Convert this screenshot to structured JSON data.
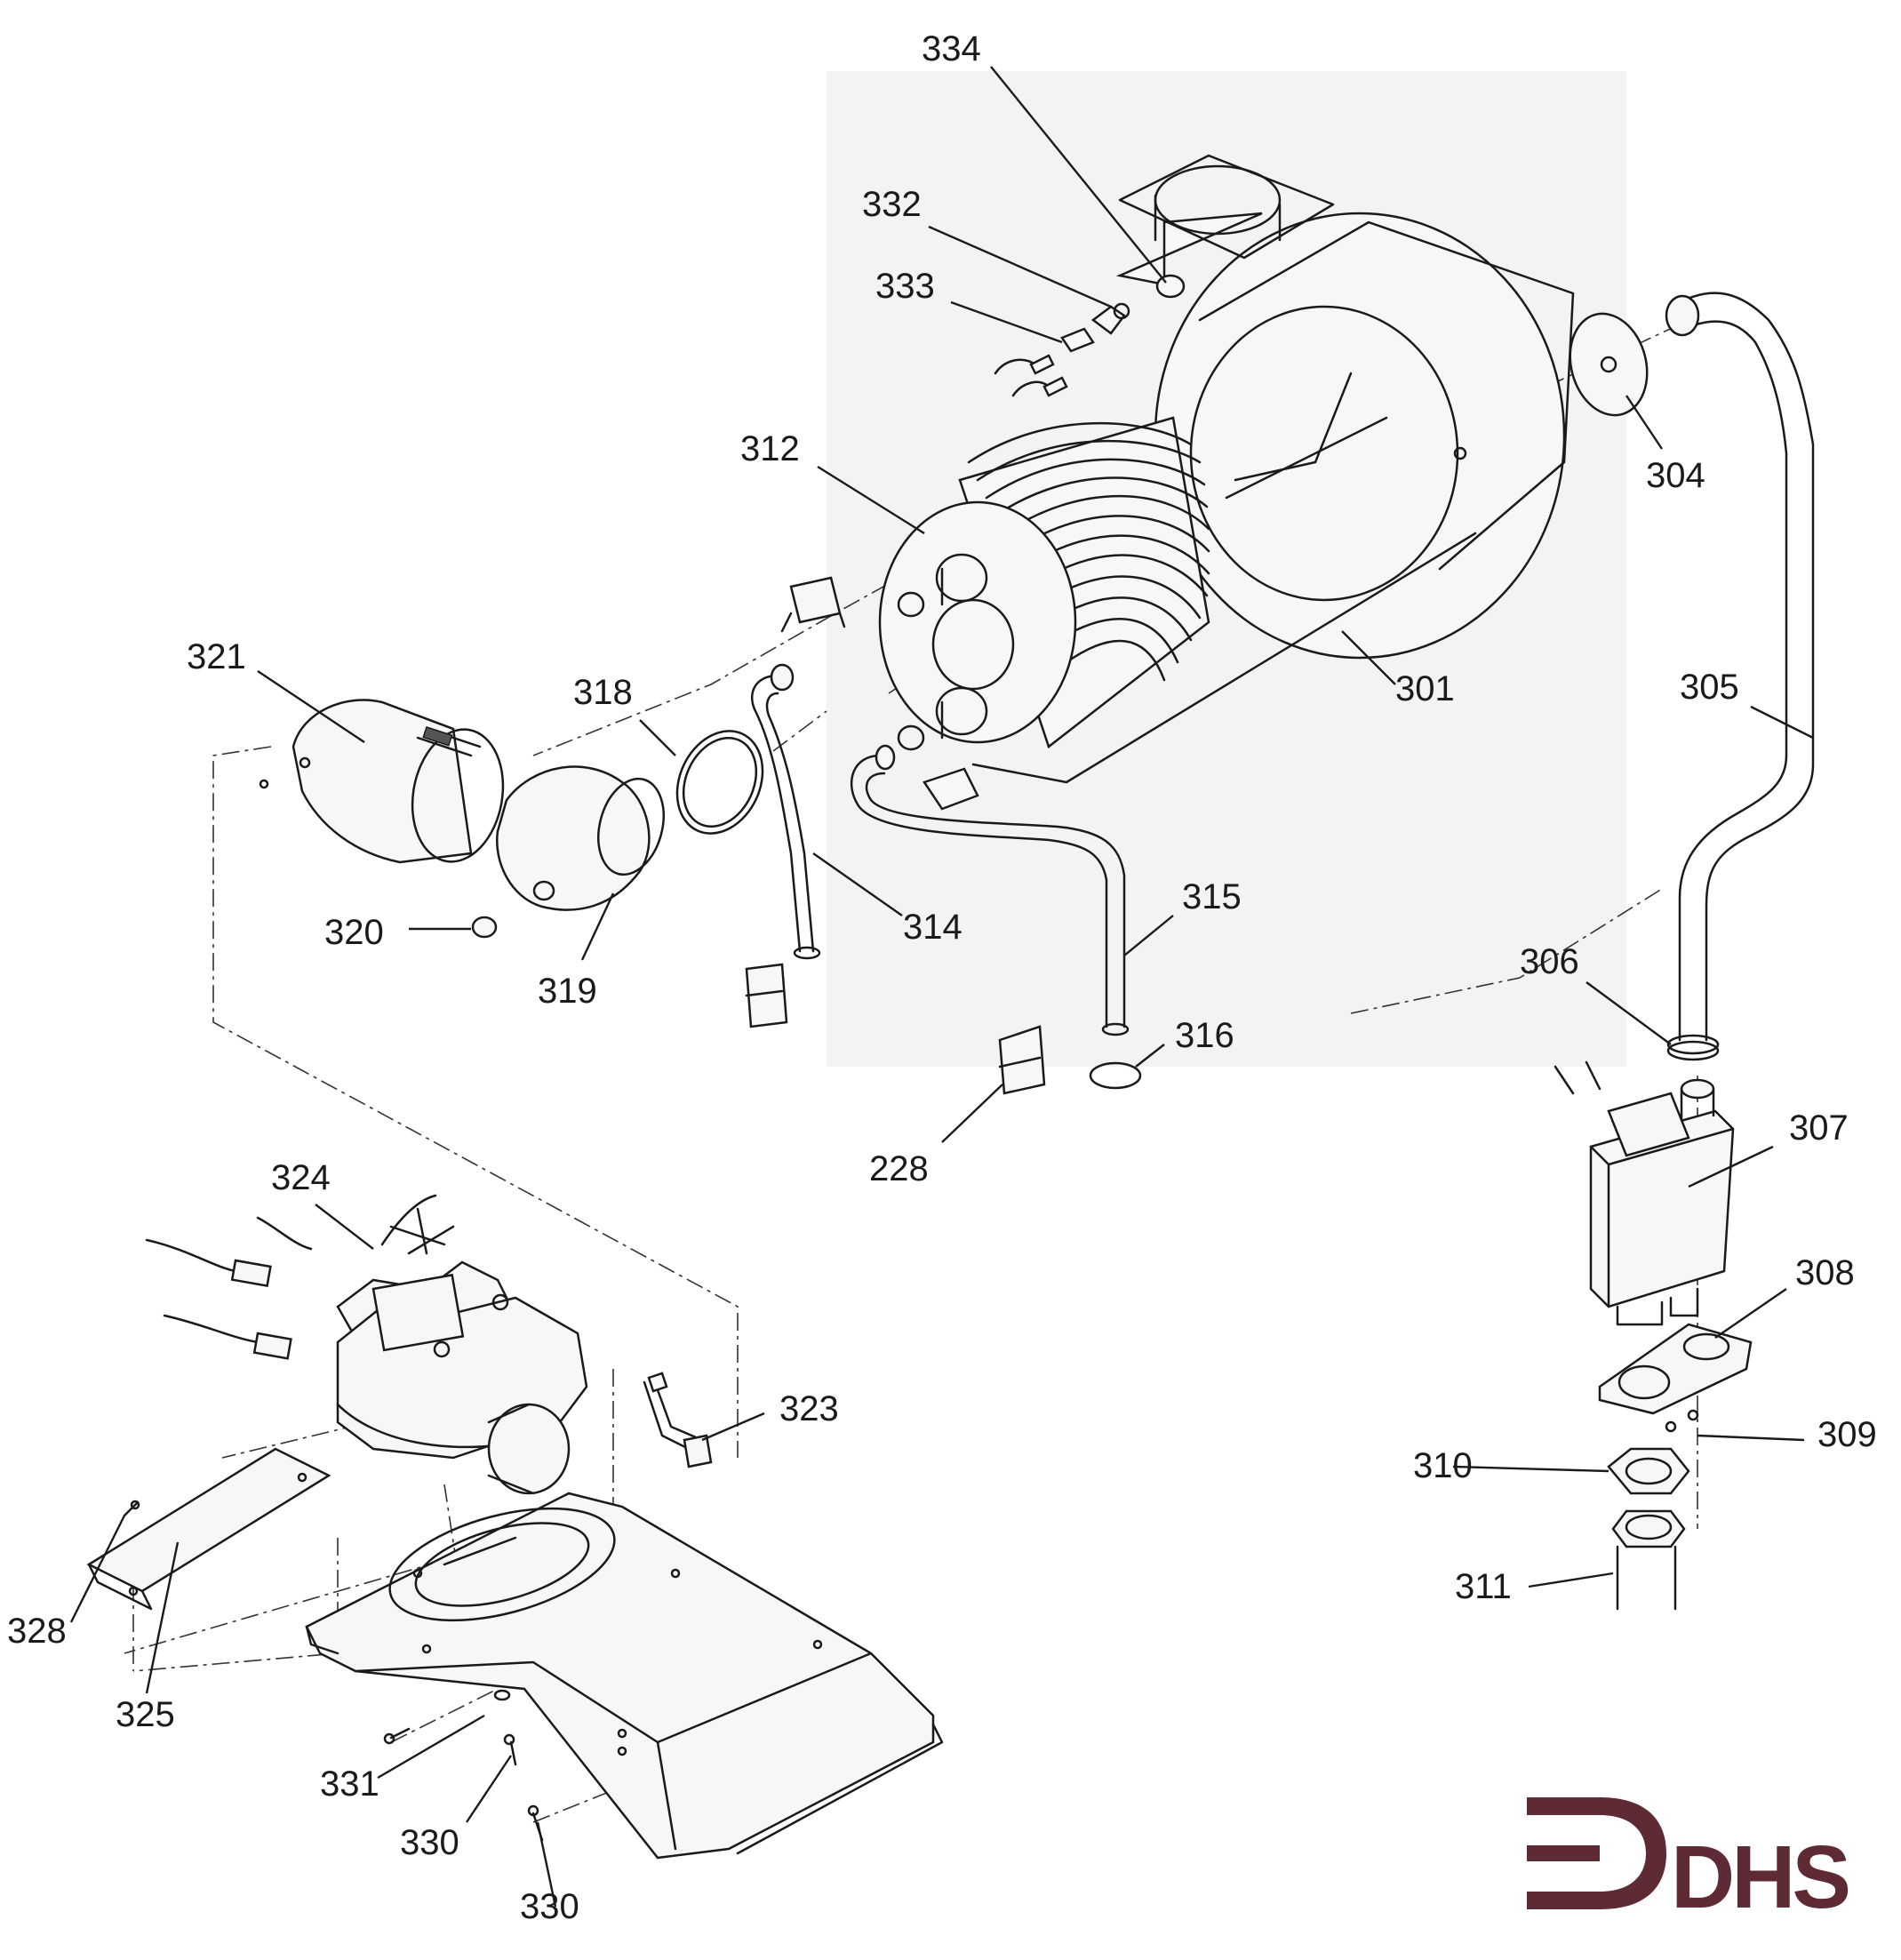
{
  "callouts": {
    "c334": "334",
    "c332": "332",
    "c333": "333",
    "c312": "312",
    "c304": "304",
    "c301": "301",
    "c305": "305",
    "c321": "321",
    "c318": "318",
    "c314": "314",
    "c315": "315",
    "c320": "320",
    "c319": "319",
    "c306": "306",
    "c316": "316",
    "c307": "307",
    "c228": "228",
    "c324": "324",
    "c308": "308",
    "c323": "323",
    "c309": "309",
    "c310": "310",
    "c328": "328",
    "c311": "311",
    "c325": "325",
    "c331": "331",
    "c330a": "330",
    "c330b": "330"
  },
  "logo": {
    "text": "DHS",
    "color": "#5e2a34"
  },
  "colors": {
    "ink": "#1a1a1a",
    "paper": "#ffffff"
  }
}
